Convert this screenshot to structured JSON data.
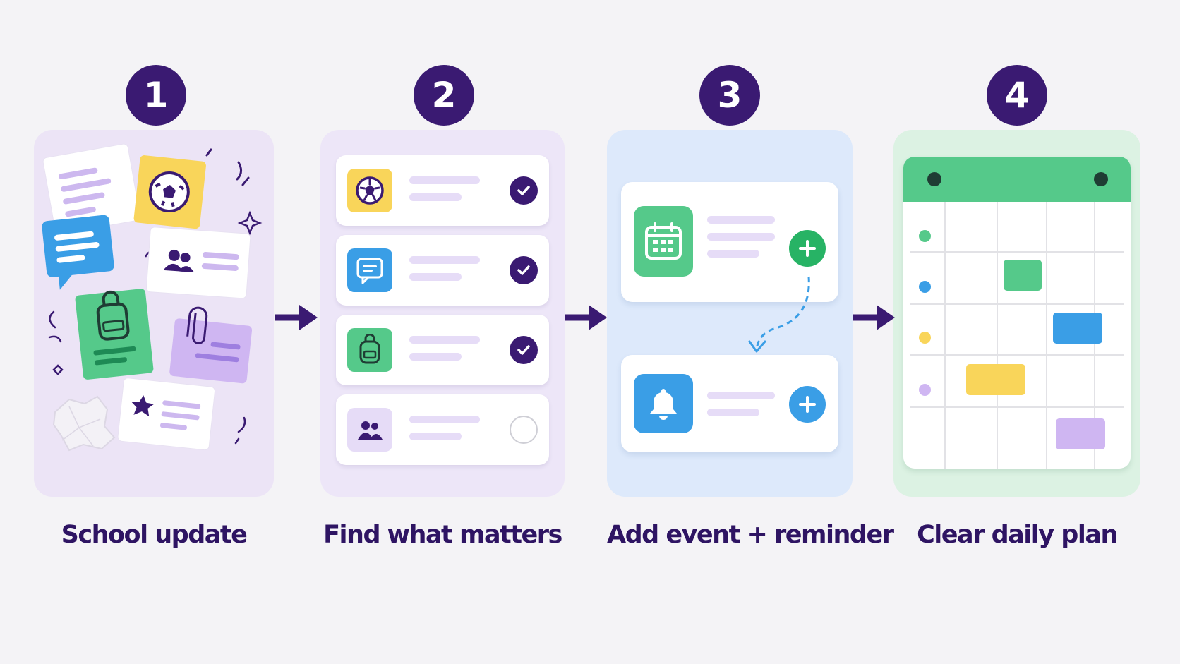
{
  "steps": [
    {
      "number": "1",
      "label": "School update"
    },
    {
      "number": "2",
      "label": "Find what matters"
    },
    {
      "number": "3",
      "label": "Add event + reminder"
    },
    {
      "number": "4",
      "label": "Clear daily plan"
    }
  ],
  "colors": {
    "accent": "#3a1a72",
    "panel1": "#ece4f6",
    "panel2": "#ede6f8",
    "panel3": "#dde9fb",
    "panel4": "#dcf2e3",
    "green": "#55c98a",
    "blue": "#3a9ee6",
    "yellow": "#f9d55a",
    "lavender": "#cfb6f2"
  },
  "checklist": [
    {
      "icon": "soccer-ball-icon",
      "checked": true
    },
    {
      "icon": "chat-bubble-icon",
      "checked": true
    },
    {
      "icon": "backpack-icon",
      "checked": true
    },
    {
      "icon": "people-icon",
      "checked": false
    }
  ],
  "event_cards": [
    {
      "icon": "calendar-icon",
      "action": "add-event"
    },
    {
      "icon": "bell-icon",
      "action": "add-reminder"
    }
  ]
}
